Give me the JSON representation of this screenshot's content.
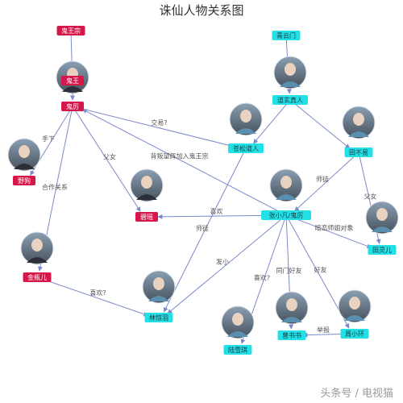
{
  "title": "诛仙人物关系图",
  "colors": {
    "faction_red": "#d6174a",
    "faction_cyan": "#22e0e6",
    "edge": "#7c89c9",
    "edge_label": "#555555"
  },
  "nodes": [
    {
      "id": "guiwangzong",
      "label": "鬼王宗",
      "color": "#d6174a",
      "avatar": false
    },
    {
      "id": "guiwang",
      "label": "鬼王",
      "color": "#d6174a",
      "avatar": true
    },
    {
      "id": "guili",
      "label": "鬼厉",
      "color": "#d6174a",
      "avatar": true
    },
    {
      "id": "yeguang",
      "label": "野狗",
      "color": "#d6174a",
      "avatar": true
    },
    {
      "id": "biyao",
      "label": "碧瑶",
      "color": "#d6174a",
      "avatar": true
    },
    {
      "id": "jinpinger",
      "label": "金瓶儿",
      "color": "#d6174a",
      "avatar": true
    },
    {
      "id": "qingyunmen",
      "label": "青云门",
      "color": "#22e0e6",
      "avatar": false
    },
    {
      "id": "daoxuan",
      "label": "道玄真人",
      "color": "#22e0e6",
      "avatar": true
    },
    {
      "id": "canglong",
      "label": "苍松道人",
      "color": "#22e0e6",
      "avatar": true
    },
    {
      "id": "tianbuyi",
      "label": "田不易",
      "color": "#22e0e6",
      "avatar": true
    },
    {
      "id": "zhangxiaofan",
      "label": "张小凡/鬼厉",
      "color": "#22e0e6",
      "avatar": true
    },
    {
      "id": "tianlinger",
      "label": "田灵儿",
      "color": "#22e0e6",
      "avatar": true
    },
    {
      "id": "linjingyu",
      "label": "林惊羽",
      "color": "#22e0e6",
      "avatar": true
    },
    {
      "id": "luxueqi",
      "label": "陆雪琪",
      "color": "#22e0e6",
      "avatar": true
    },
    {
      "id": "zengshushu",
      "label": "曾书书",
      "color": "#22e0e6",
      "avatar": true
    },
    {
      "id": "zhouyixian",
      "label": "周小环",
      "color": "#22e0e6",
      "avatar": true
    }
  ],
  "edges": [
    {
      "from": "guiwangzong",
      "to": "guiwang",
      "label": ""
    },
    {
      "from": "guiwang",
      "to": "guili",
      "label": ""
    },
    {
      "from": "guili",
      "to": "yeguang",
      "label": "手下"
    },
    {
      "from": "guili",
      "to": "jinpinger",
      "label": "合作关系"
    },
    {
      "from": "guili",
      "to": "biyao",
      "label": "父女"
    },
    {
      "from": "guili",
      "to": "canglong",
      "label": "交易?"
    },
    {
      "from": "zhangxiaofan",
      "to": "guili",
      "label": "背叛望辉加入鬼王宗"
    },
    {
      "from": "qingyunmen",
      "to": "daoxuan",
      "label": ""
    },
    {
      "from": "daoxuan",
      "to": "canglong",
      "label": ""
    },
    {
      "from": "daoxuan",
      "to": "tianbuyi",
      "label": ""
    },
    {
      "from": "tianbuyi",
      "to": "zhangxiaofan",
      "label": "师徒"
    },
    {
      "from": "tianbuyi",
      "to": "tianlinger",
      "label": "父女"
    },
    {
      "from": "zhangxiaofan",
      "to": "tianlinger",
      "label": "暗恋师姐对象"
    },
    {
      "from": "zhangxiaofan",
      "to": "biyao",
      "label": "喜欢"
    },
    {
      "from": "canglong",
      "to": "linjingyu",
      "label": "师徒"
    },
    {
      "from": "zhangxiaofan",
      "to": "linjingyu",
      "label": "发小"
    },
    {
      "from": "zhangxiaofan",
      "to": "luxueqi",
      "label": "喜欢?"
    },
    {
      "from": "zhangxiaofan",
      "to": "zengshushu",
      "label": "同门好友"
    },
    {
      "from": "zhangxiaofan",
      "to": "zhouyixian",
      "label": "好友"
    },
    {
      "from": "jinpinger",
      "to": "linjingyu",
      "label": "喜欢?"
    },
    {
      "from": "zhouyixian",
      "to": "zengshushu",
      "label": "举报"
    }
  ],
  "watermark": {
    "text": "头条号 / 电视猫"
  }
}
